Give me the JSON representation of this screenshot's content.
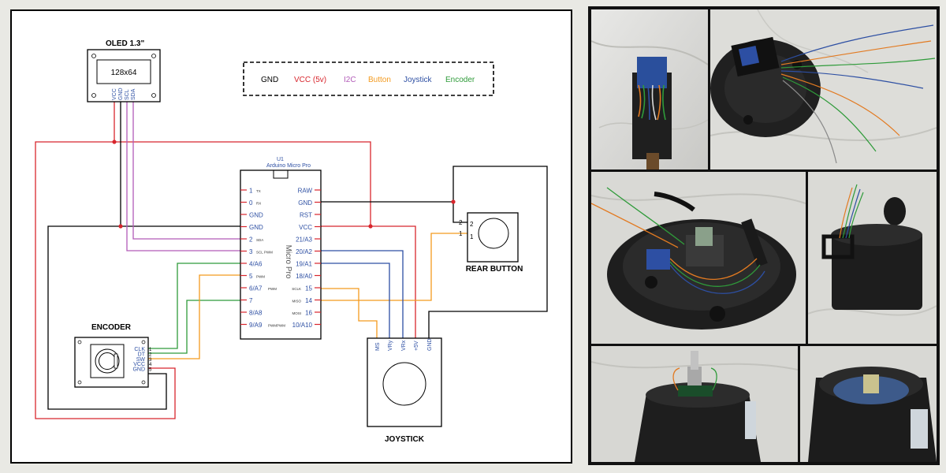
{
  "legend": {
    "gnd": "GND",
    "vcc": "VCC (5v)",
    "i2c": "I2C",
    "button": "Button",
    "joystick": "Joystick",
    "encoder": "Encoder"
  },
  "colors": {
    "gnd": "#000000",
    "vcc": "#d8262d",
    "i2c": "#b25bb8",
    "button": "#f39a1e",
    "joystick": "#2d4fa3",
    "encoder": "#2f9b3a"
  },
  "oled": {
    "title": "OLED 1.3\"",
    "resolution": "128x64",
    "pins": [
      "VCC",
      "GND",
      "SCL",
      "SDA"
    ]
  },
  "mcu": {
    "ref": "U1",
    "name": "Arduino Micro Pro",
    "body_label": "Micro Pro",
    "left_pins": [
      {
        "label": "1",
        "sub": "TX"
      },
      {
        "label": "0",
        "sub": "RX"
      },
      {
        "label": "GND",
        "sub": ""
      },
      {
        "label": "GND",
        "sub": ""
      },
      {
        "label": "2",
        "sub": "SDA"
      },
      {
        "label": "3",
        "sub": "SCL PWM"
      },
      {
        "label": "4/A6",
        "sub": ""
      },
      {
        "label": "5",
        "sub": "PWM"
      },
      {
        "label": "6/A7",
        "sub": "PWM"
      },
      {
        "label": "7",
        "sub": ""
      },
      {
        "label": "8/A8",
        "sub": ""
      },
      {
        "label": "9/A9",
        "sub": "PWM"
      }
    ],
    "right_pins": [
      {
        "label": "RAW",
        "sub": ""
      },
      {
        "label": "GND",
        "sub": ""
      },
      {
        "label": "RST",
        "sub": ""
      },
      {
        "label": "VCC",
        "sub": ""
      },
      {
        "label": "21/A3",
        "sub": ""
      },
      {
        "label": "20/A2",
        "sub": ""
      },
      {
        "label": "19/A1",
        "sub": ""
      },
      {
        "label": "18/A0",
        "sub": ""
      },
      {
        "label": "15",
        "sub": "SCLK"
      },
      {
        "label": "14",
        "sub": "MISO"
      },
      {
        "label": "16",
        "sub": "MOSI"
      },
      {
        "label": "10/A10",
        "sub": "PWM"
      }
    ]
  },
  "rear_button": {
    "title": "REAR BUTTON",
    "pins": [
      "2",
      "1"
    ]
  },
  "encoder": {
    "title": "ENCODER",
    "pins": [
      "CLK",
      "DT",
      "SW",
      "VCC",
      "GND"
    ],
    "pin_numbers": [
      "1",
      "2",
      "3",
      "4",
      "5"
    ]
  },
  "joystick": {
    "title": "JOYSTICK",
    "pins": [
      "MS",
      "VRy",
      "VRx",
      "+5V",
      "GND"
    ]
  }
}
